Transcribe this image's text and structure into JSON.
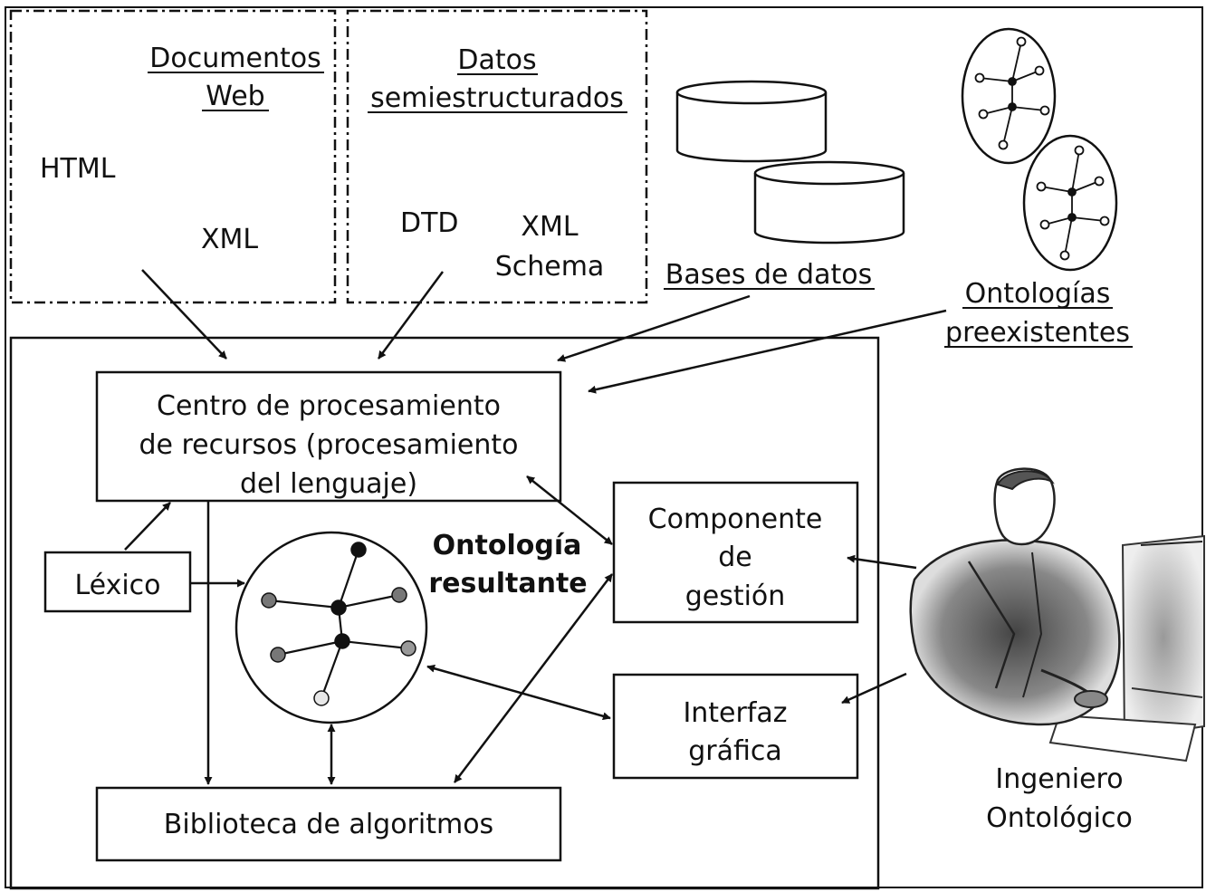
{
  "sources": {
    "web_documents": {
      "title_line1": "Documentos",
      "title_line2": "Web",
      "item_html": "HTML",
      "item_xml": "XML"
    },
    "semistructured": {
      "title_line1": "Datos",
      "title_line2": "semiestructurados",
      "item_dtd": "DTD",
      "item_xml_schema_line1": "XML",
      "item_xml_schema_line2": "Schema"
    },
    "databases": {
      "label": "Bases de datos"
    },
    "preexisting_ontologies": {
      "label_line1": "Ontologías",
      "label_line2": "preexistentes"
    }
  },
  "system": {
    "processing_center": {
      "line1": "Centro de procesamiento",
      "line2": "de recursos (procesamiento",
      "line3": "del lenguaje)"
    },
    "lexicon": "Léxico",
    "resulting_ontology": {
      "line1": "Ontología",
      "line2": "resultante"
    },
    "management_component": {
      "line1": "Componente",
      "line2": "de",
      "line3": "gestión"
    },
    "graphical_interface": {
      "line1": "Interfaz",
      "line2": "gráfica"
    },
    "algorithm_library": "Biblioteca de algoritmos"
  },
  "actor": {
    "line1": "Ingeniero",
    "line2": "Ontológico"
  }
}
